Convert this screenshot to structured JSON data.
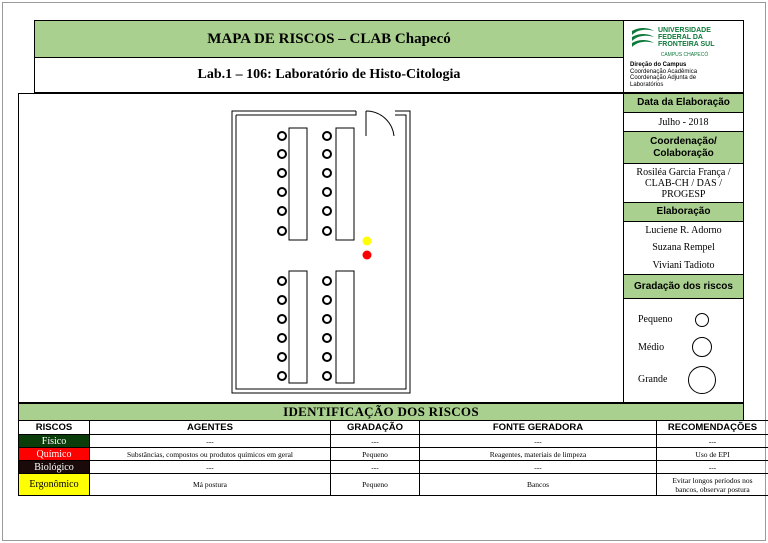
{
  "header": {
    "title": "MAPA DE RISCOS – CLAB Chapecó",
    "subtitle": "Lab.1 – 106: Laboratório de Histo-Citologia"
  },
  "logo": {
    "line1": "UNIVERSIDADE",
    "line2": "FEDERAL DA",
    "line3": "FRONTEIRA SUL",
    "campus": "CAMPUS CHAPECÓ",
    "dir1": "Direção do Campus",
    "dir2": "Coordenação Acadêmica",
    "dir3": "Coordenação Adjunta de",
    "dir4": "Laboratórios",
    "brand_color": "#0d7a3a"
  },
  "side": {
    "date_heading": "Data da Elaboração",
    "date_value": "Julho - 2018",
    "coord_heading_1": "Coordenação/",
    "coord_heading_2": "Colaboração",
    "coord_value_1": "Rosiléa Garcia França  /",
    "coord_value_2": "CLAB-CH / DAS /",
    "coord_value_3": "PROGESP",
    "elab_heading": "Elaboração",
    "elab_names": [
      "Luciene R. Adorno",
      "Suzana Rempel",
      "Viviani Tadioto"
    ],
    "grad_heading": "Gradação dos riscos",
    "grad_small": "Pequeno",
    "grad_medium": "Médio",
    "grad_large": "Grande"
  },
  "map": {
    "risk_markers": [
      {
        "risk": "Ergonômico",
        "color": "#ffff00"
      },
      {
        "risk": "Químico",
        "color": "#ff0000"
      }
    ]
  },
  "risks": {
    "title": "IDENTIFICAÇÃO DOS RISCOS",
    "headers": [
      "RISCOS",
      "AGENTES",
      "GRADAÇÃO",
      "FONTE GERADORA",
      "RECOMENDAÇÕES"
    ],
    "rows": [
      {
        "risk": "Físico",
        "bg": "#0b3d0b",
        "fg": "#ffffff",
        "agent": "---",
        "grade": "---",
        "source": "---",
        "rec": "---"
      },
      {
        "risk": "Químico",
        "bg": "#ff0000",
        "fg": "#ffffff",
        "agent": "Substâncias, compostos ou produtos químicos em geral",
        "grade": "Pequeno",
        "source": "Reagentes, materiais de limpeza",
        "rec": "Uso de EPI"
      },
      {
        "risk": "Biológico",
        "bg": "#1a0a0a",
        "fg": "#ffffff",
        "agent": "---",
        "grade": "---",
        "source": "---",
        "rec": "---"
      },
      {
        "risk": "Ergonômico",
        "bg": "#ffff00",
        "fg": "#000000",
        "agent": "Má postura",
        "grade": "Pequeno",
        "source": "Bancos",
        "rec_1": "Evitar longos períodos nos",
        "rec_2": "bancos, observar postura"
      }
    ]
  }
}
